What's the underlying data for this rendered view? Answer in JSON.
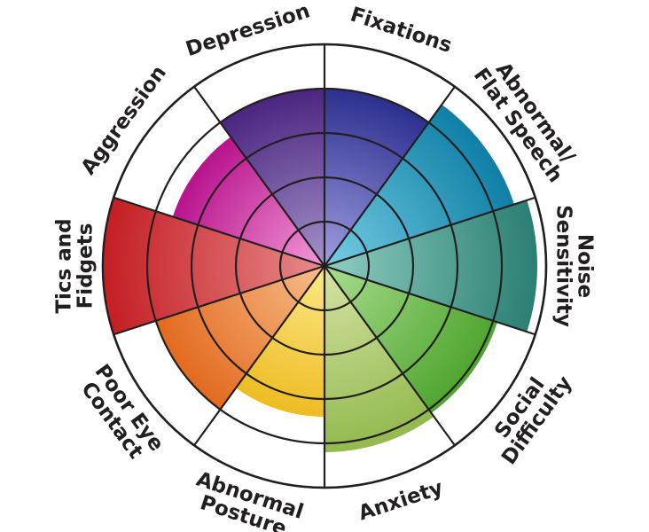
{
  "wheel": {
    "rings": 5,
    "segments": [
      {
        "id": "fixations",
        "lines": [
          "Fixations"
        ],
        "level": 4,
        "color": "#2c2f8f",
        "light": "#9f9ee0"
      },
      {
        "id": "abnormal-flat-speech",
        "lines": [
          "Abnormal/",
          "Flat Speech"
        ],
        "level": 4.5,
        "color": "#0f7fa6",
        "light": "#76cde3"
      },
      {
        "id": "noise-sensitivity",
        "lines": [
          "Noise",
          "Sensitivity"
        ],
        "level": 4.8,
        "color": "#2b7f73",
        "light": "#8fcfc1"
      },
      {
        "id": "social-difficulty",
        "lines": [
          "Social",
          "Difficulty"
        ],
        "level": 4.1,
        "color": "#4fa52f",
        "light": "#a8dd8e"
      },
      {
        "id": "anxiety",
        "lines": [
          "Anxiety"
        ],
        "level": 4.2,
        "color": "#93b94f",
        "light": "#d5e4a4"
      },
      {
        "id": "abnormal-posture",
        "lines": [
          "Abnormal",
          "Posture"
        ],
        "level": 3.4,
        "color": "#eebc22",
        "light": "#fbe98a"
      },
      {
        "id": "poor-eye-contact",
        "lines": [
          "Poor Eye",
          "Contact"
        ],
        "level": 4.0,
        "color": "#e36a1f",
        "light": "#f8be8c"
      },
      {
        "id": "tics-and-fidgets",
        "lines": [
          "Tics and",
          "Fidgets"
        ],
        "level": 5,
        "color": "#c41e24",
        "light": "#e88b8c"
      },
      {
        "id": "aggression",
        "lines": [
          "Aggression"
        ],
        "level": 3.6,
        "color": "#b8138c",
        "light": "#f39ad8"
      },
      {
        "id": "depression",
        "lines": [
          "Depression"
        ],
        "level": 4,
        "color": "#4b2580",
        "light": "#a493c9"
      }
    ]
  }
}
